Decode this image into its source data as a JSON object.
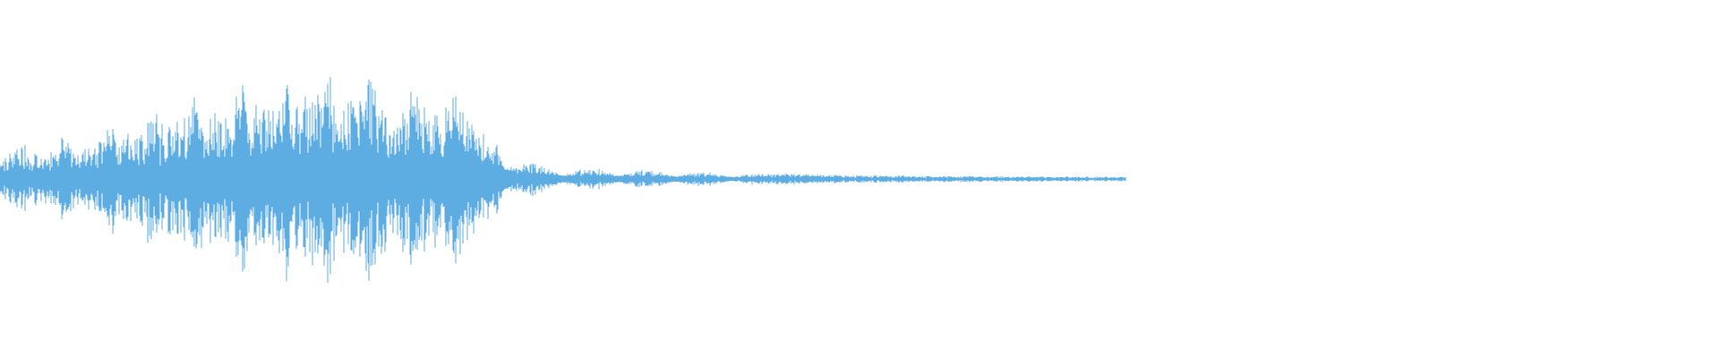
{
  "waveform": {
    "color": "#5dade2",
    "background": "#ffffff",
    "visible_fraction_of_width": 0.655,
    "peak_envelope": [
      {
        "t": 0.0,
        "amp": 0.28
      },
      {
        "t": 0.02,
        "amp": 0.32
      },
      {
        "t": 0.04,
        "amp": 0.37
      },
      {
        "t": 0.06,
        "amp": 0.45
      },
      {
        "t": 0.08,
        "amp": 0.55
      },
      {
        "t": 0.11,
        "amp": 0.72
      },
      {
        "t": 0.14,
        "amp": 0.82
      },
      {
        "t": 0.17,
        "amp": 0.95
      },
      {
        "t": 0.2,
        "amp": 0.93
      },
      {
        "t": 0.23,
        "amp": 0.88
      },
      {
        "t": 0.26,
        "amp": 0.84
      },
      {
        "t": 0.283,
        "amp": 0.58
      },
      {
        "t": 0.3,
        "amp": 0.18
      },
      {
        "t": 0.33,
        "amp": 0.1
      },
      {
        "t": 0.37,
        "amp": 0.09
      },
      {
        "t": 0.42,
        "amp": 0.06
      },
      {
        "t": 0.5,
        "amp": 0.035
      },
      {
        "t": 0.6,
        "amp": 0.025
      },
      {
        "t": 0.7,
        "amp": 0.018
      },
      {
        "t": 1.0,
        "amp": 0.012
      }
    ]
  }
}
